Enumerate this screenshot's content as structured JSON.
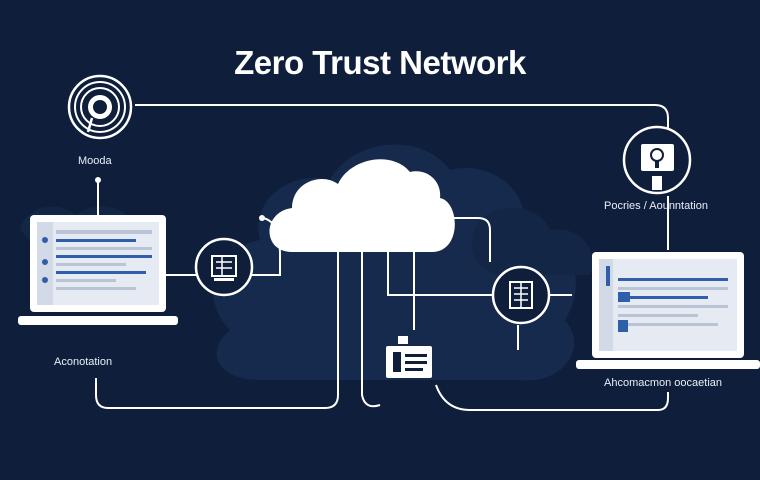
{
  "diagram": {
    "title": "Zero  Trust Network",
    "nodes": [
      {
        "id": "mfa",
        "label": "Mooda",
        "icon": "fingerprint-icon"
      },
      {
        "id": "laptop-left",
        "label": "Aconotation",
        "icon": "laptop-icon"
      },
      {
        "id": "policy",
        "label": "Pocries / Aounntation",
        "icon": "lock-icon"
      },
      {
        "id": "laptop-right",
        "label": "Ahcomacmon oocaetian",
        "icon": "laptop-icon"
      },
      {
        "id": "cloud",
        "label": "",
        "icon": "cloud-icon"
      },
      {
        "id": "gateway",
        "label": "",
        "icon": "gateway-icon"
      },
      {
        "id": "server",
        "label": "",
        "icon": "server-icon"
      },
      {
        "id": "document",
        "label": "",
        "icon": "document-icon"
      }
    ]
  },
  "colors": {
    "background": "#0f1f3b",
    "line": "#ffffff",
    "screen": "#e6ebf3",
    "accent": "#2f5fa8"
  }
}
